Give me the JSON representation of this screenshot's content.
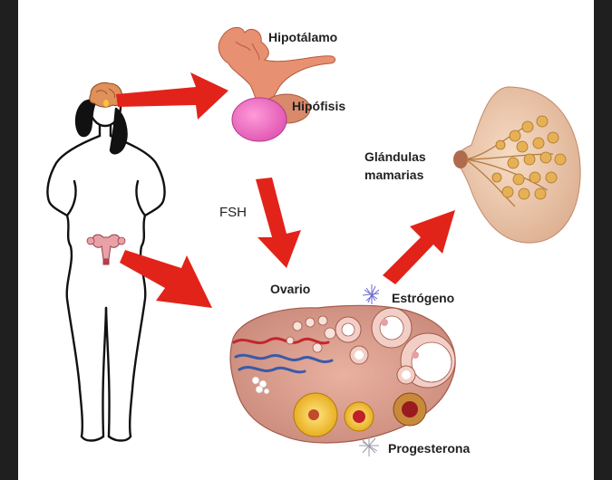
{
  "labels": {
    "hypothalamus": "Hipotálamo",
    "pituitary": "Hipófisis",
    "mammary_line1": "Glándulas",
    "mammary_line2": "mamarias",
    "fsh": "FSH",
    "ovary": "Ovario",
    "estrogen": "Estrógeno",
    "progesterone": "Progesterona"
  },
  "colors": {
    "arrow": "#e2231a",
    "background": "#ffffff",
    "frame": "#2b2b2b"
  }
}
